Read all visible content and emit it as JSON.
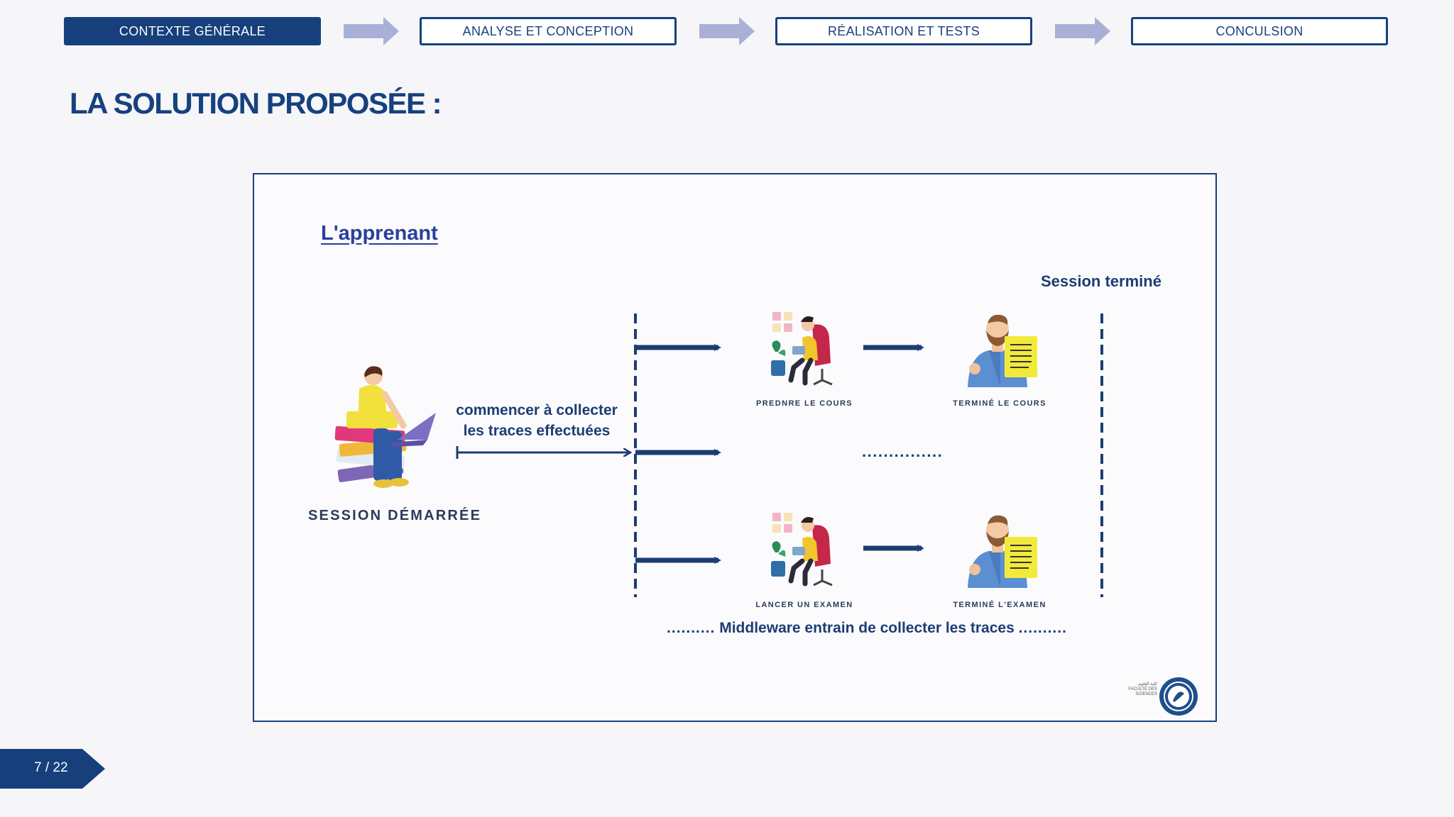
{
  "nav": {
    "steps": [
      {
        "label": "CONTEXTE GÉNÉRALE",
        "active": true
      },
      {
        "label": "ANALYSE ET CONCEPTION",
        "active": false
      },
      {
        "label": "RÉALISATION ET TESTS",
        "active": false
      },
      {
        "label": "CONCULSION",
        "active": false
      }
    ]
  },
  "title": "LA SOLUTION PROPOSÉE :",
  "diagram": {
    "learner_link": "L'apprenant",
    "session_end": "Session terminé",
    "session_start": "SESSION DÉMARRÉE",
    "collect_text_line1": "commencer à collecter",
    "collect_text_line2": "les traces effectuées",
    "steps": {
      "take_course": "PREDNRE LE COURS",
      "course_done": "TERMINÉ LE COURS",
      "start_exam": "LANCER UN EXAMEN",
      "exam_done": "TERMINÉ L'EXAMEN"
    },
    "ellipsis": "...............",
    "middleware_dots": "..........",
    "middleware_text": "Middleware entrain de collecter les traces",
    "logo_text_ar": "كلية العلوم",
    "logo_text_fr": "FACULTÉ DES SCIENCES"
  },
  "colors": {
    "primary": "#17417f",
    "arrow": "#1c3d73",
    "nav_arrow": "#a9b0d8"
  },
  "page": {
    "current": 7,
    "total": 22,
    "label": "7 / 22"
  }
}
